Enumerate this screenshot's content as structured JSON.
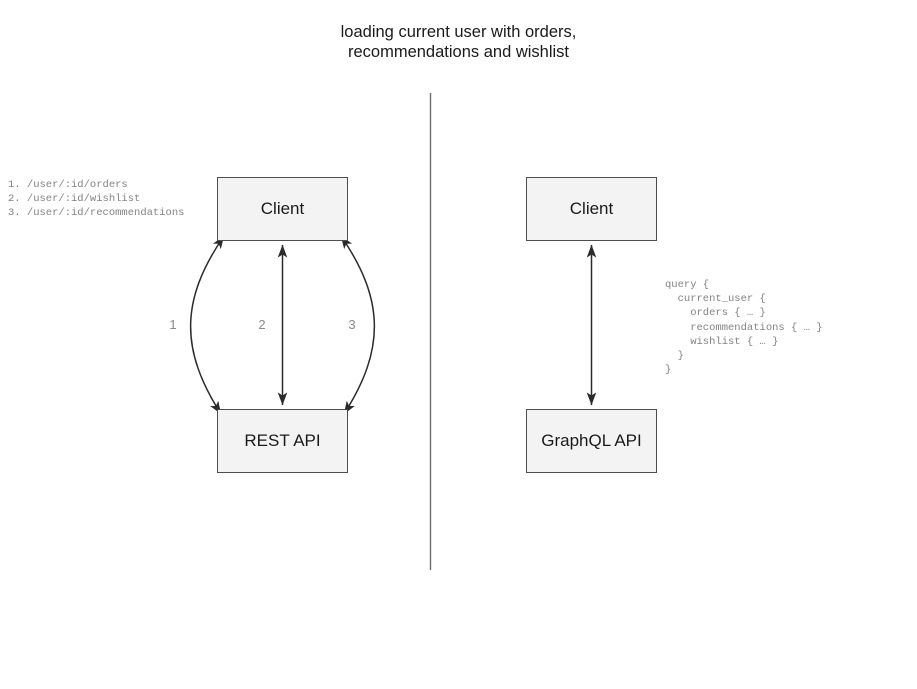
{
  "diagram": {
    "title": "loading current user with orders,\nrecommendations and wishlist",
    "divider_label": "vertical-divider"
  },
  "rest_side": {
    "client_label": "Client",
    "api_label": "REST API",
    "endpoints": "1. /user/:id/orders\n2. /user/:id/wishlist\n3. /user/:id/recommendations",
    "edges": [
      {
        "label": "1",
        "name": "edge-orders"
      },
      {
        "label": "2",
        "name": "edge-wishlist"
      },
      {
        "label": "3",
        "name": "edge-recommendations"
      }
    ]
  },
  "graphql_side": {
    "client_label": "Client",
    "api_label": "GraphQL API",
    "query": "query {\n  current_user {\n    orders { … }\n    recommendations { … }\n    wishlist { … }\n  }\n}"
  },
  "colors": {
    "node_fill": "#f3f3f3",
    "node_border": "#4d4d4d",
    "edge_stroke": "#2b2b2b",
    "mono_text": "#838383",
    "label_text": "#8a8a8a",
    "divider": "#6e6e6e"
  }
}
